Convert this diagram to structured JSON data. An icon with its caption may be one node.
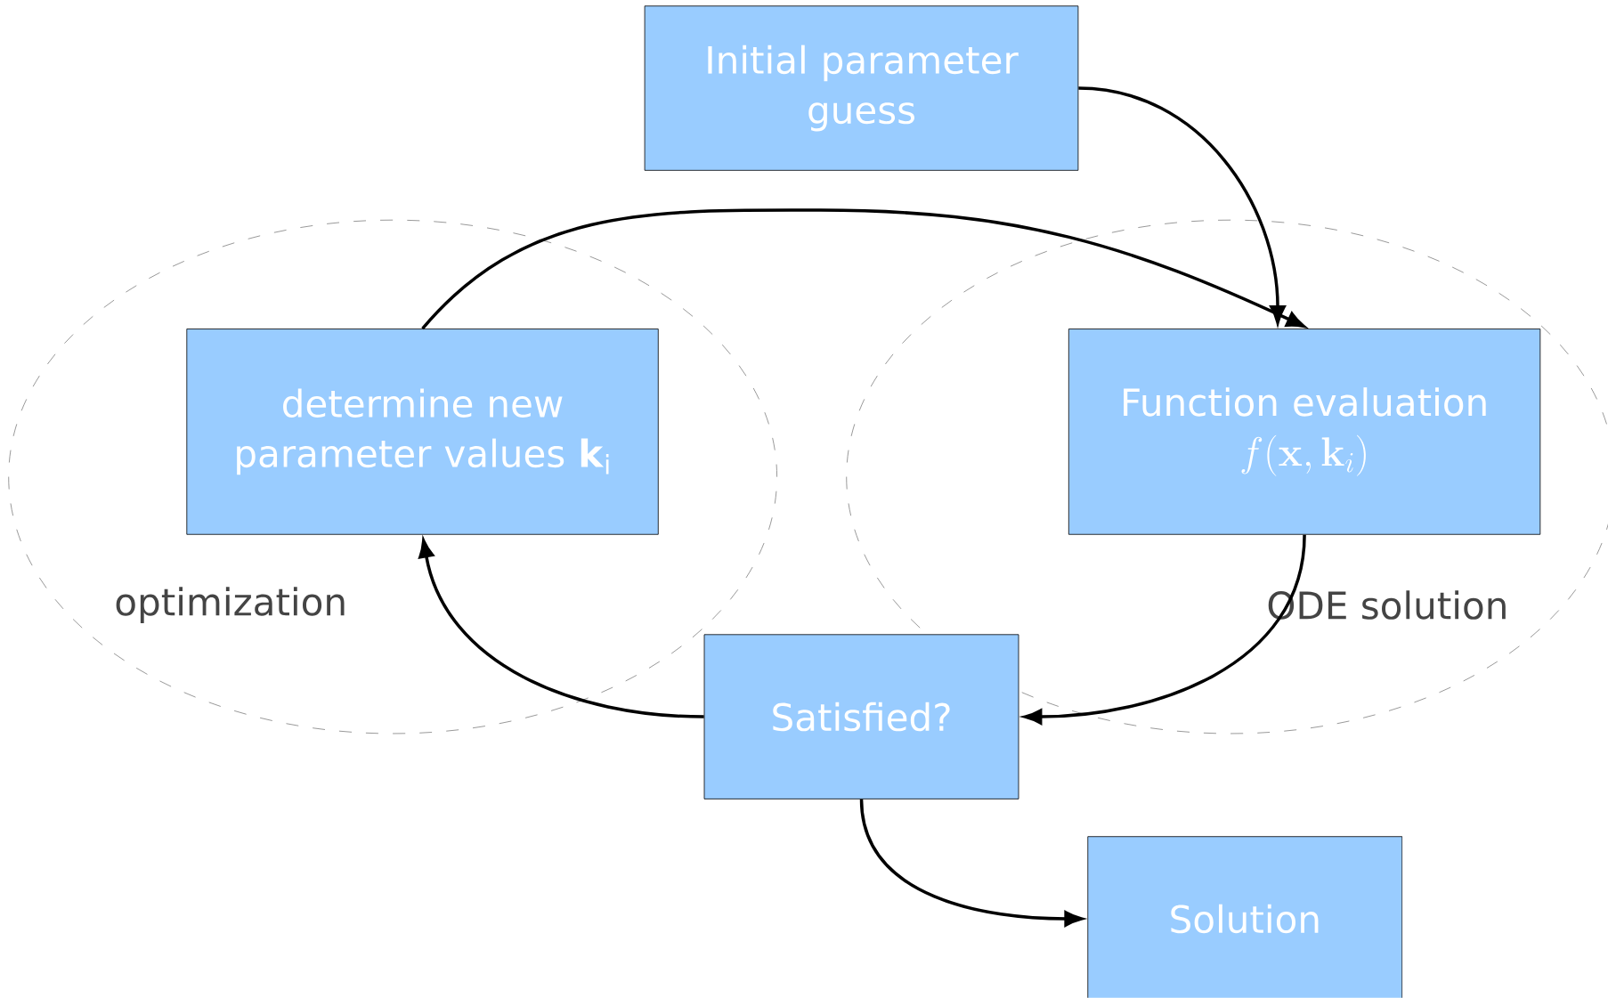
{
  "diagram": {
    "nodes": [
      {
        "text": [
          "optimization"
        ]
      },
      {
        "text": [
          "ODE solution"
        ]
      },
      {
        "text": [
          "Initial parameter guess"
        ]
      },
      {
        "text": [
          "determine new parameter values **k**$_{i}$"
        ],
        "in": 0
      },
      {
        "text": [
          "Function evaluation",
          "f(\\mathbf{x},\\mathbf{k}_i)"
        ],
        "in": 1
      },
      {
        "text": [
          "Satisfied?"
        ]
      },
      {
        "text": [
          "Solution"
        ]
      }
    ],
    "edges": [
      {
        "from": 2,
        "to": 4,
        "arrow": "to"
      },
      {
        "from": 3,
        "to": 4,
        "arrow": "to"
      },
      {
        "from": 4,
        "to": 5,
        "arrow": "to"
      },
      {
        "from": 5,
        "to": 3,
        "arrow": "to"
      },
      {
        "from": 5,
        "to": 6,
        "arrow": "to"
      }
    ]
  }
}
